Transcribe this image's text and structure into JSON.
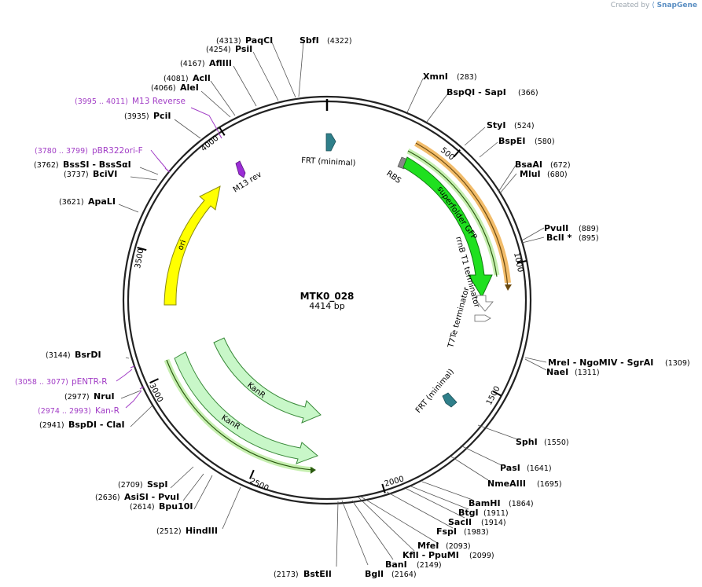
{
  "credit": {
    "prefix": "Created by",
    "brand": "SnapGene"
  },
  "plasmid": {
    "name": "MTK0_028",
    "length": "4414 bp"
  },
  "ticks": [
    "500",
    "1000",
    "1500",
    "2000",
    "2500",
    "3000",
    "3500",
    "4000"
  ],
  "sites": [
    {
      "name": "SbfI",
      "pos": "(4322)"
    },
    {
      "name": "PaqCI",
      "pos": "(4313)"
    },
    {
      "name": "PsiI",
      "pos": "(4254)"
    },
    {
      "name": "AflIII",
      "pos": "(4167)"
    },
    {
      "name": "AclI",
      "pos": "(4081)"
    },
    {
      "name": "AleI",
      "pos": "(4066)"
    },
    {
      "name": "PciI",
      "pos": "(3935)"
    },
    {
      "name": "BssSI - BssSαI",
      "pos": "(3762)"
    },
    {
      "name": "BciVI",
      "pos": "(3737)"
    },
    {
      "name": "ApaLI",
      "pos": "(3621)"
    },
    {
      "name": "BsrDI",
      "pos": "(3144)"
    },
    {
      "name": "NruI",
      "pos": "(2977)"
    },
    {
      "name": "BspDI - ClaI",
      "pos": "(2941)"
    },
    {
      "name": "SspI",
      "pos": "(2709)"
    },
    {
      "name": "AsiSI - PvuI",
      "pos": "(2636)"
    },
    {
      "name": "Bpu10I",
      "pos": "(2614)"
    },
    {
      "name": "HindIII",
      "pos": "(2512)"
    },
    {
      "name": "BstEII",
      "pos": "(2173)"
    },
    {
      "name": "BglI",
      "pos": "(2164)"
    },
    {
      "name": "BanI",
      "pos": "(2149)"
    },
    {
      "name": "KflI - PpuMI",
      "pos": "(2099)"
    },
    {
      "name": "MfeI",
      "pos": "(2093)"
    },
    {
      "name": "FspI",
      "pos": "(1983)"
    },
    {
      "name": "SacII",
      "pos": "(1914)"
    },
    {
      "name": "BtgI",
      "pos": "(1911)"
    },
    {
      "name": "BamHI",
      "pos": "(1864)"
    },
    {
      "name": "NmeAIII",
      "pos": "(1695)"
    },
    {
      "name": "PasI",
      "pos": "(1641)"
    },
    {
      "name": "SphI",
      "pos": "(1550)"
    },
    {
      "name": "NaeI",
      "pos": "(1311)"
    },
    {
      "name": "MreI - NgoMIV - SgrAI",
      "pos": "(1309)"
    },
    {
      "name": "BclI *",
      "pos": "(895)"
    },
    {
      "name": "PvuII",
      "pos": "(889)"
    },
    {
      "name": "MluI",
      "pos": "(680)"
    },
    {
      "name": "BsaAI",
      "pos": "(672)"
    },
    {
      "name": "BspEI",
      "pos": "(580)"
    },
    {
      "name": "StyI",
      "pos": "(524)"
    },
    {
      "name": "BspQI - SapI",
      "pos": "(366)"
    },
    {
      "name": "XmnI",
      "pos": "(283)"
    }
  ],
  "primers": [
    {
      "name": "M13 Reverse",
      "range": "(3995 .. 4011)"
    },
    {
      "name": "pBR322ori-F",
      "range": "(3780 .. 3799)"
    },
    {
      "name": "pENTR-R",
      "range": "(3058 .. 3077)"
    },
    {
      "name": "Kan-R",
      "range": "(2974 .. 2993)"
    }
  ],
  "features": [
    {
      "name": "FRT (minimal)",
      "color": "#2f7f8a"
    },
    {
      "name": "RBS",
      "color": "#888888"
    },
    {
      "name": "superfolder GFP",
      "color": "#1fe01f"
    },
    {
      "name": "rrnB T1 terminator",
      "color": "#ffffff"
    },
    {
      "name": "T7Te terminator",
      "color": "#ffffff"
    },
    {
      "name": "FRT (minimal)",
      "color": "#2f7f8a"
    },
    {
      "name": "KanR",
      "color": "#c8f7c8"
    },
    {
      "name": "KanR",
      "color": "#c8f7c8"
    },
    {
      "name": "ori",
      "color": "#ffff00"
    },
    {
      "name": "M13 rev",
      "color": "#9b2dd6"
    }
  ],
  "colors": {
    "primer": "#a23ec6",
    "gfp": "#1fe01f",
    "ori": "#ffff00",
    "kan": "#c8f7c8",
    "frt": "#2f7f8a",
    "highlight_orange": "#f0b050"
  }
}
